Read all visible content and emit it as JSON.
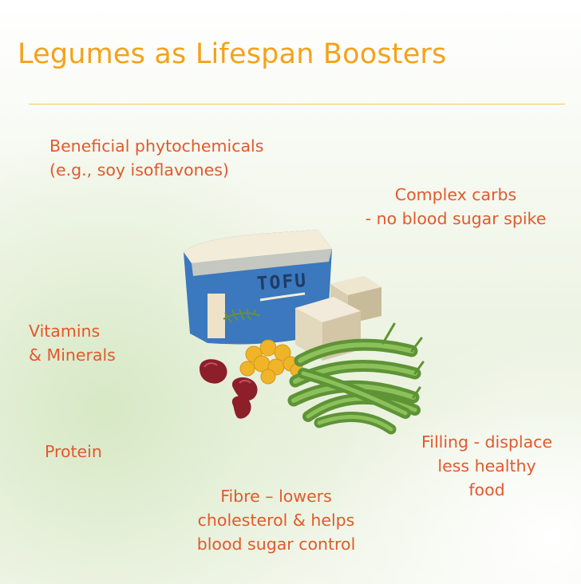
{
  "title": "Legumes as Lifespan Boosters",
  "illustration": {
    "package_text": "TOFU"
  },
  "benefits": {
    "phytochemicals": "Beneficial phytochemicals\n(e.g., soy isoflavones)",
    "complex_carbs": "Complex carbs\n- no blood sugar spike",
    "vitamins": "Vitamins\n& Minerals",
    "protein": "Protein",
    "filling": "Filling - displace\nless healthy\nfood",
    "fibre": "Fibre – lowers\ncholesterol & helps\nblood sugar control"
  },
  "colors": {
    "title": "#f4a21a",
    "label": "#e2592c",
    "rule": "#f3c66a",
    "tofu_package": "#3b78bd",
    "tofu_block": "#efe6cf",
    "green_bean": "#6aa13e",
    "kidney_bean": "#8c1f2a",
    "chickpea": "#f0b428"
  }
}
